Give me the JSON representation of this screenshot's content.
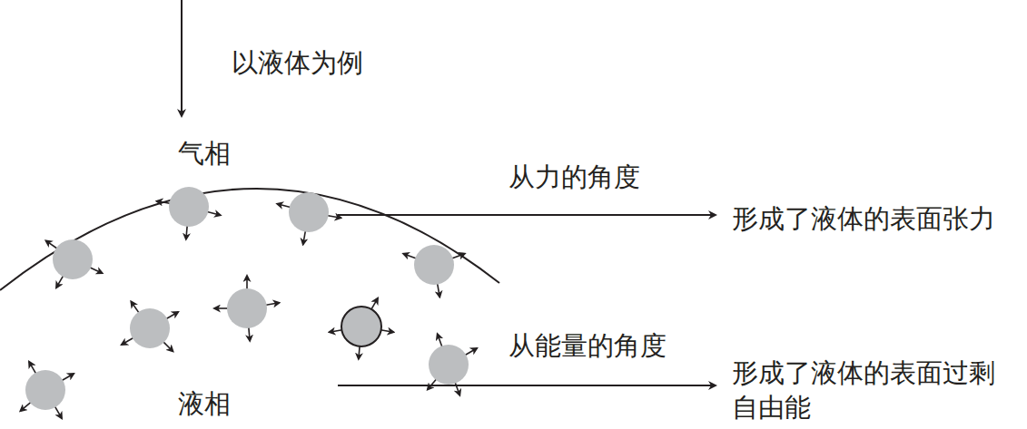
{
  "diagram": {
    "labels": [
      "以液体为例",
      "气相",
      "从力的角度",
      "形成了液体的表面张力",
      "从能量的角度",
      "形成了液体的表面过剩 自由能",
      "液相"
    ]
  }
}
